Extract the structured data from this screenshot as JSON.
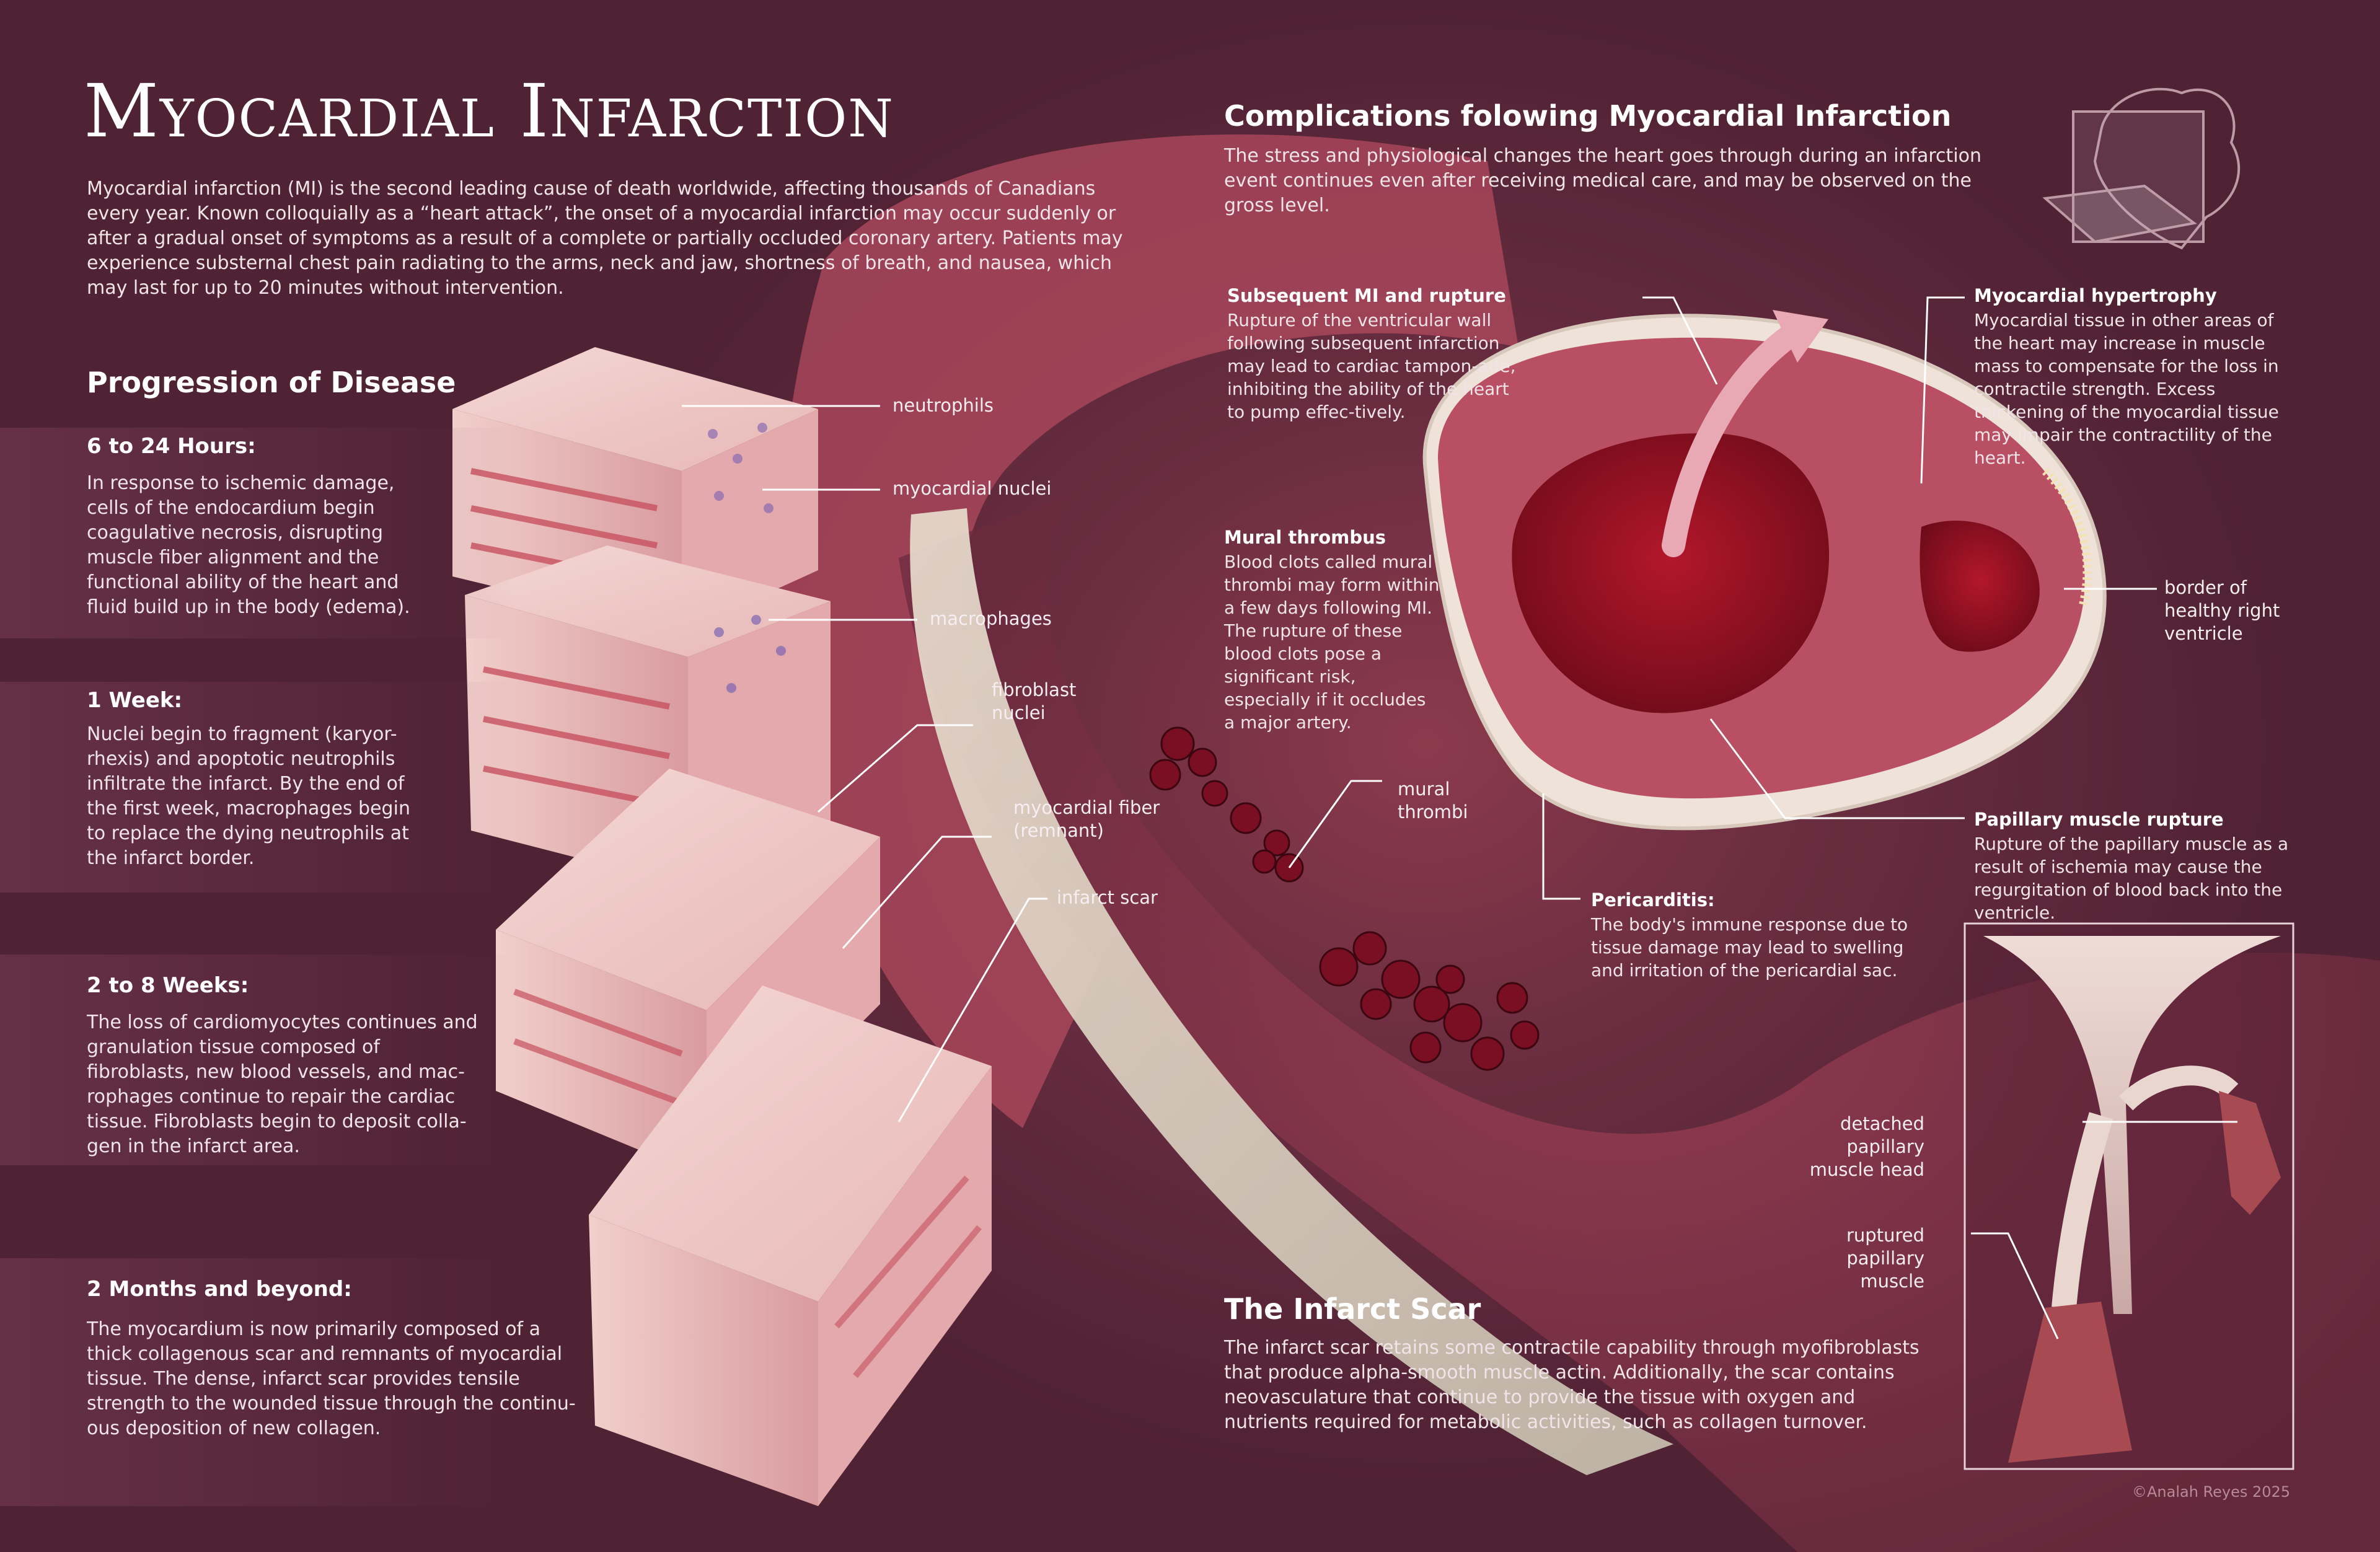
{
  "title": "Myocardial Infarction",
  "intro": "Myocardial infarction (MI) is the second leading cause of death worldwide, affecting thousands of Canadians every year. Known colloquially as a “heart attack”, the onset of a myocardial infarction may occur suddenly or after a gradual onset of symptoms as a result of a complete or partially occluded coronary artery. Patients may experience substernal chest pain radiating to the arms, neck and jaw, shortness of breath, and nausea, which may last for up to 20 minutes without intervention.",
  "progression": {
    "heading": "Progression of Disease",
    "stages": [
      {
        "title": "6 to 24 Hours:",
        "text": "In response to ischemic damage, cells of the endocardium begin coagulative necrosis, disrupting muscle fiber alignment and the functional ability of the heart and fluid build up in the body (edema)."
      },
      {
        "title": "1 Week:",
        "text": "Nuclei begin to fragment (karyor-rhexis) and apoptotic neutrophils infiltrate the infarct. By the end of the first week, macrophages begin to replace the dying neutrophils at the infarct border."
      },
      {
        "title": "2 to 8 Weeks:",
        "text": "The loss of cardiomyocytes continues and granulation tissue composed of fibroblasts, new blood vessels, and mac-rophages continue to repair the cardiac tissue. Fibroblasts begin to deposit colla-gen in the infarct area."
      },
      {
        "title": "2 Months and beyond:",
        "text": "The myocardium is now primarily composed of a thick collagenous scar and remnants of myocardial tissue. The dense, infarct scar provides tensile strength to the wounded tissue through the continu-ous deposition of new collagen."
      }
    ]
  },
  "tissue_labels": {
    "neutrophils": "neutrophils",
    "myocardial_nuclei": "myocardial nuclei",
    "macrophages": "macrophages",
    "fibroblast_nuclei": "fibroblast nuclei",
    "myocardial_fiber": "myocardial fiber (remnant)",
    "infarct_scar": "infarct scar",
    "mural_thrombi": "mural thrombi"
  },
  "complications": {
    "heading": "Complications folowing Myocardial Infarction",
    "intro": "The stress and physiological changes the heart goes through during an infarction event continues even after receiving medical care, and may be observed on the gross level.",
    "rupture": {
      "title": "Subsequent MI and rupture",
      "text": "Rupture of the ventricular wall following subsequent infarction may lead to cardiac tampon-ade, inhibiting the ability of the heart to pump effec-tively."
    },
    "hypertrophy": {
      "title": "Myocardial hypertrophy",
      "text": "Myocardial tissue in other areas of the heart may increase in muscle mass to compensate for the loss in contractile strength. Excess thickening of the myocardial tissue may impair the contractility of the heart."
    },
    "thrombus": {
      "title": "Mural thrombus",
      "text": "Blood clots called mural thrombi may form within a few days following MI. The rupture of these blood clots pose a significant risk, especially if it occludes a major artery."
    },
    "border": "border of healthy right ventricle",
    "papillary": {
      "title": "Papillary muscle rupture",
      "text": "Rupture of the papillary muscle as a result of ischemia may cause the regurgitation of blood back into the ventricle."
    },
    "pericarditis": {
      "title": "Pericarditis:",
      "text": "The body's immune response due to tissue damage may lead to swelling and irritation of the pericardial sac."
    }
  },
  "papillary_labels": {
    "detached": "detached papillary muscle head",
    "ruptured": "ruptured papillary muscle"
  },
  "scar": {
    "heading": "The Infarct Scar",
    "text": "The infarct scar retains some contractile capability through myofibroblasts that produce alpha-smooth muscle actin. Additionally, the scar contains neovasculature that continue to provide the tissue with oxygen and nutrients required for metabolic activities, such as collagen turnover."
  },
  "copyright": "©Analah Reyes 2025",
  "colors": {
    "background": "#5a2a3c",
    "muscle": "#c95a6a",
    "scar": "#ecdcd2",
    "blood": "#8a1424"
  }
}
